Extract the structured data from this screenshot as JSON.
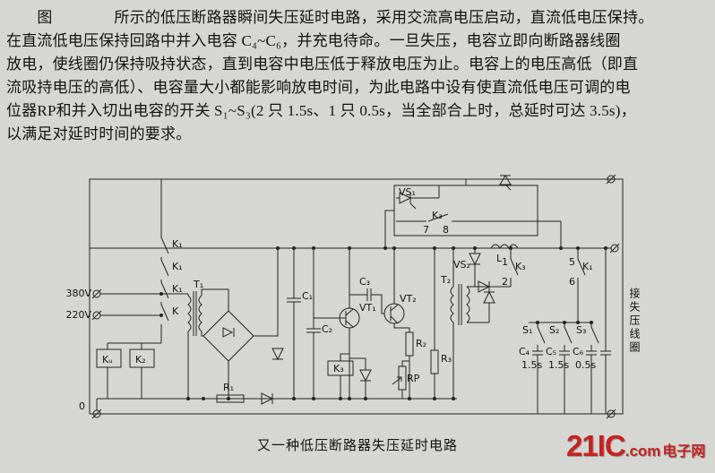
{
  "document": {
    "paragraph_lines": [
      "　　图　　　　所示的低压断路器瞬间失压延时电路，采用交流高电压启动，直流低电压保持。",
      "在直流低电压保持回路中并入电容 C₄~C₆，并充电待命。一旦失压，电容立即向断路器线圈",
      "放电，使线圈仍保持吸持状态，直到电容中电压低于释放电压为止。电容上的电压高低（即直",
      "流吸持电压的高低）、电容量大小都能影响放电时间，为此电路中设有使直流低电压可调的电",
      "位器RP和并入切出电容的开关 S₁~S₃(2 只 1.5s、1 只 0.5s，当全部合上时，总延时可达 3.5s)，",
      "以满足对延时时间的要求。"
    ],
    "caption": "又一种低压断路器失压延时电路"
  },
  "watermark": {
    "brand": "21IC",
    "domain_suffix": ".com",
    "site_name": "电子网",
    "color": "#c32420"
  },
  "circuit": {
    "labels": {
      "vs1": "VS₁",
      "k3_upper": "K₃",
      "pin7": "7",
      "pin8": "8",
      "vs2": "VS₂",
      "inductor": "L",
      "k3_contact": "K₃",
      "pin1": "1",
      "pin2": "2",
      "k1_contact_right": "K₁",
      "pin5": "5",
      "pin6": "6",
      "k1_a": "K₁",
      "k1_b": "K₁",
      "k1_c": "K₁",
      "k_main": "K",
      "t1": "T₁",
      "v380": "380V",
      "v220": "220V",
      "ku": "Kᵤ",
      "k2": "K₂",
      "c1": "C₁",
      "c2": "C₂",
      "c3": "C₃",
      "vt1": "VT₁",
      "vt2": "VT₂",
      "r1": "R₁",
      "r2": "R₂",
      "r3": "R₃",
      "rp": "RP",
      "k3_coil": "K₃",
      "t2": "T₂",
      "s1": "S₁",
      "s2": "S₂",
      "s3": "S₃",
      "c4": "C₄",
      "c4_time": "1.5s",
      "c5": "C₅",
      "c5_time": "1.5s",
      "c6": "C₆",
      "c6_time": "0.5s",
      "zero": "0",
      "coil_note": "接失压线圈"
    }
  }
}
